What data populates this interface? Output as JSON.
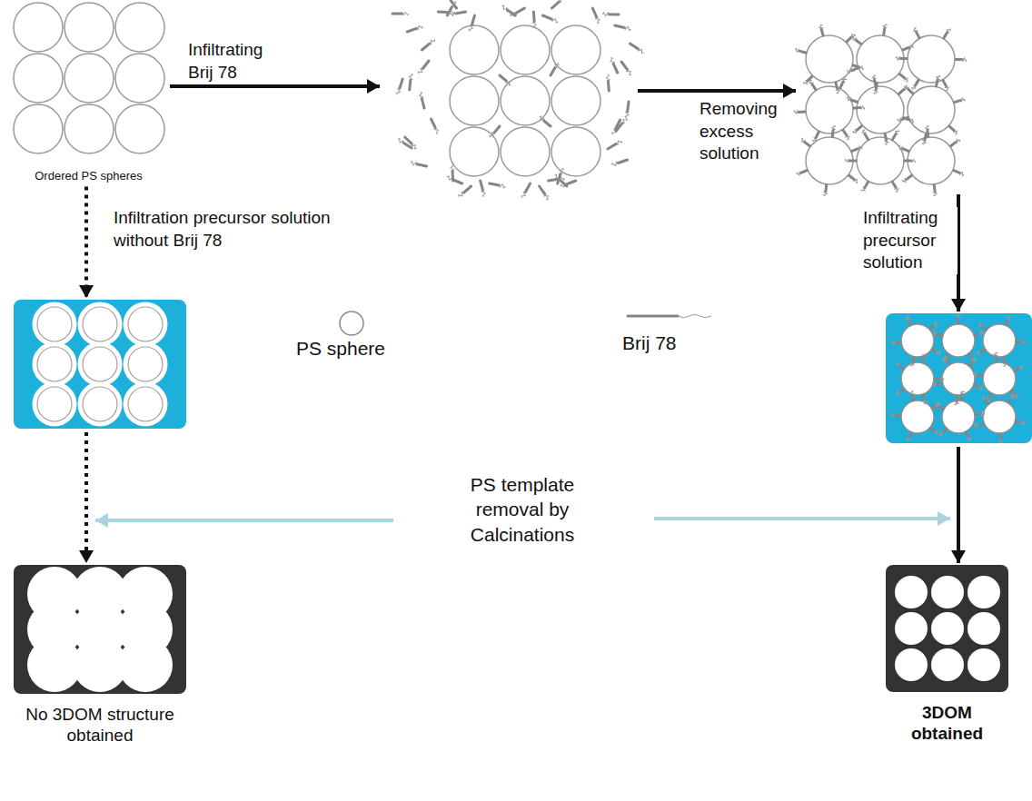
{
  "diagram": {
    "nodes": [
      {
        "text": [
          "Ordered PS spheres"
        ]
      },
      {
        "text": []
      },
      {
        "text": []
      },
      {
        "text": []
      },
      {
        "text": []
      },
      {
        "text": [
          "No 3DOM structure obtained"
        ]
      },
      {
        "text": [
          "3DOM obtained"
        ]
      }
    ],
    "edges": [
      {
        "from": 0,
        "to": 1,
        "arrow": "to",
        "label": "Infiltrating Brij 78"
      },
      {
        "from": 1,
        "to": 2,
        "arrow": "to",
        "label": "Removing excess solution"
      },
      {
        "from": 2,
        "to": 4,
        "arrow": "to",
        "label": "Infiltrating precursor solution"
      },
      {
        "from": 4,
        "to": 6,
        "arrow": "to"
      },
      {
        "from": 0,
        "to": 3,
        "arrow": "to",
        "label": "Infiltration precursor solution without Brij 78"
      },
      {
        "from": 3,
        "to": 5,
        "arrow": "to"
      }
    ],
    "labels": [
      "PS template removal by Calcinations"
    ],
    "legend": [
      {
        "text": "PS sphere"
      },
      {
        "text": "Brij 78"
      }
    ]
  }
}
